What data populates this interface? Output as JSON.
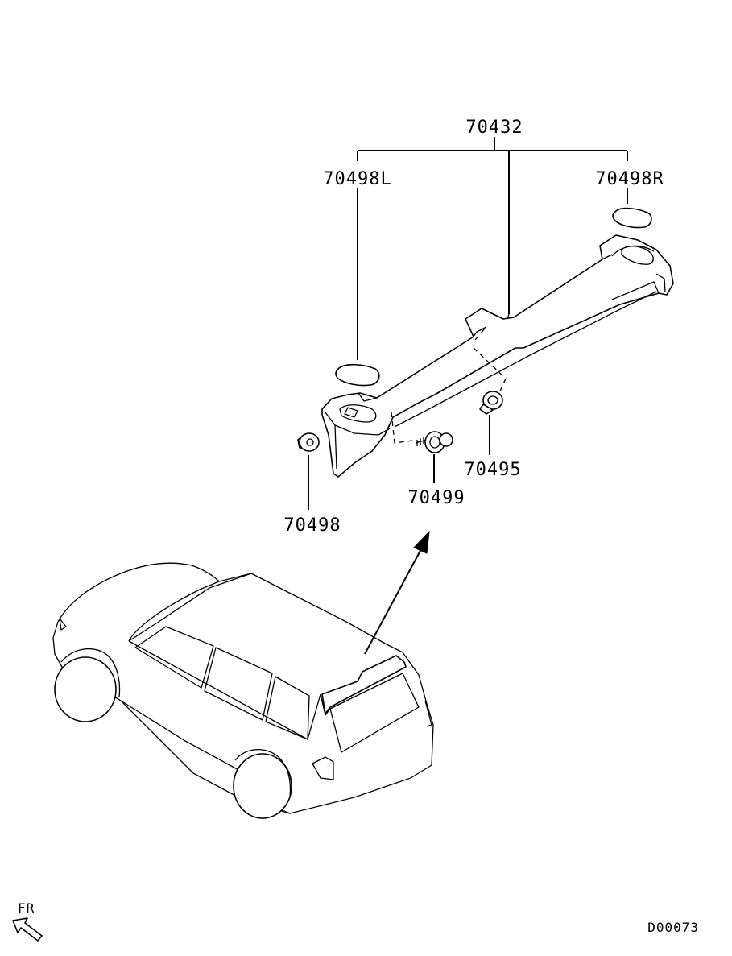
{
  "diagram": {
    "callouts": {
      "assembly": "70432",
      "cap_left": "70498L",
      "cap_right": "70498R",
      "clip_front": "70498",
      "bolt": "70499",
      "clip_rear": "70495"
    },
    "direction_label": "FR",
    "drawing_id": "D00073"
  }
}
